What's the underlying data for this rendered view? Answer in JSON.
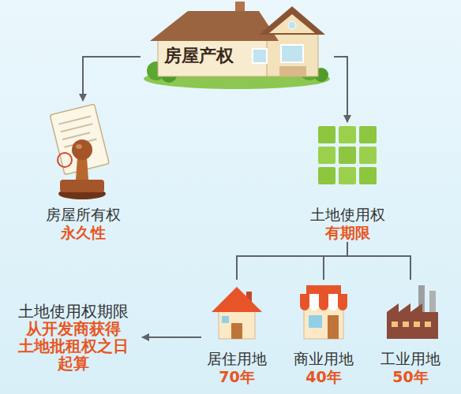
{
  "diagram": {
    "nodes": [
      {
        "text": [
          "房屋产权"
        ]
      },
      {
        "text": [
          "房屋所有权",
          "永久性"
        ]
      },
      {
        "text": [
          "土地使用权",
          "有期限"
        ]
      },
      {
        "text": [
          "居住用地",
          "70年"
        ]
      },
      {
        "text": [
          "商业用地",
          "40年"
        ]
      },
      {
        "text": [
          "工业用地",
          "50年"
        ]
      },
      {
        "text": [
          "土地使用权期限",
          "从开发商获得 土地批租权之日 起算"
        ]
      }
    ],
    "edges": [
      {
        "from": 0,
        "to": 1,
        "arrow": "to"
      },
      {
        "from": 0,
        "to": 2,
        "arrow": "to"
      },
      {
        "from": 2,
        "to": 3,
        "arrow": "none"
      },
      {
        "from": 2,
        "to": 4,
        "arrow": "none"
      },
      {
        "from": 2,
        "to": 5,
        "arrow": "none"
      },
      {
        "from": 3,
        "to": 6,
        "arrow": "to"
      }
    ]
  }
}
